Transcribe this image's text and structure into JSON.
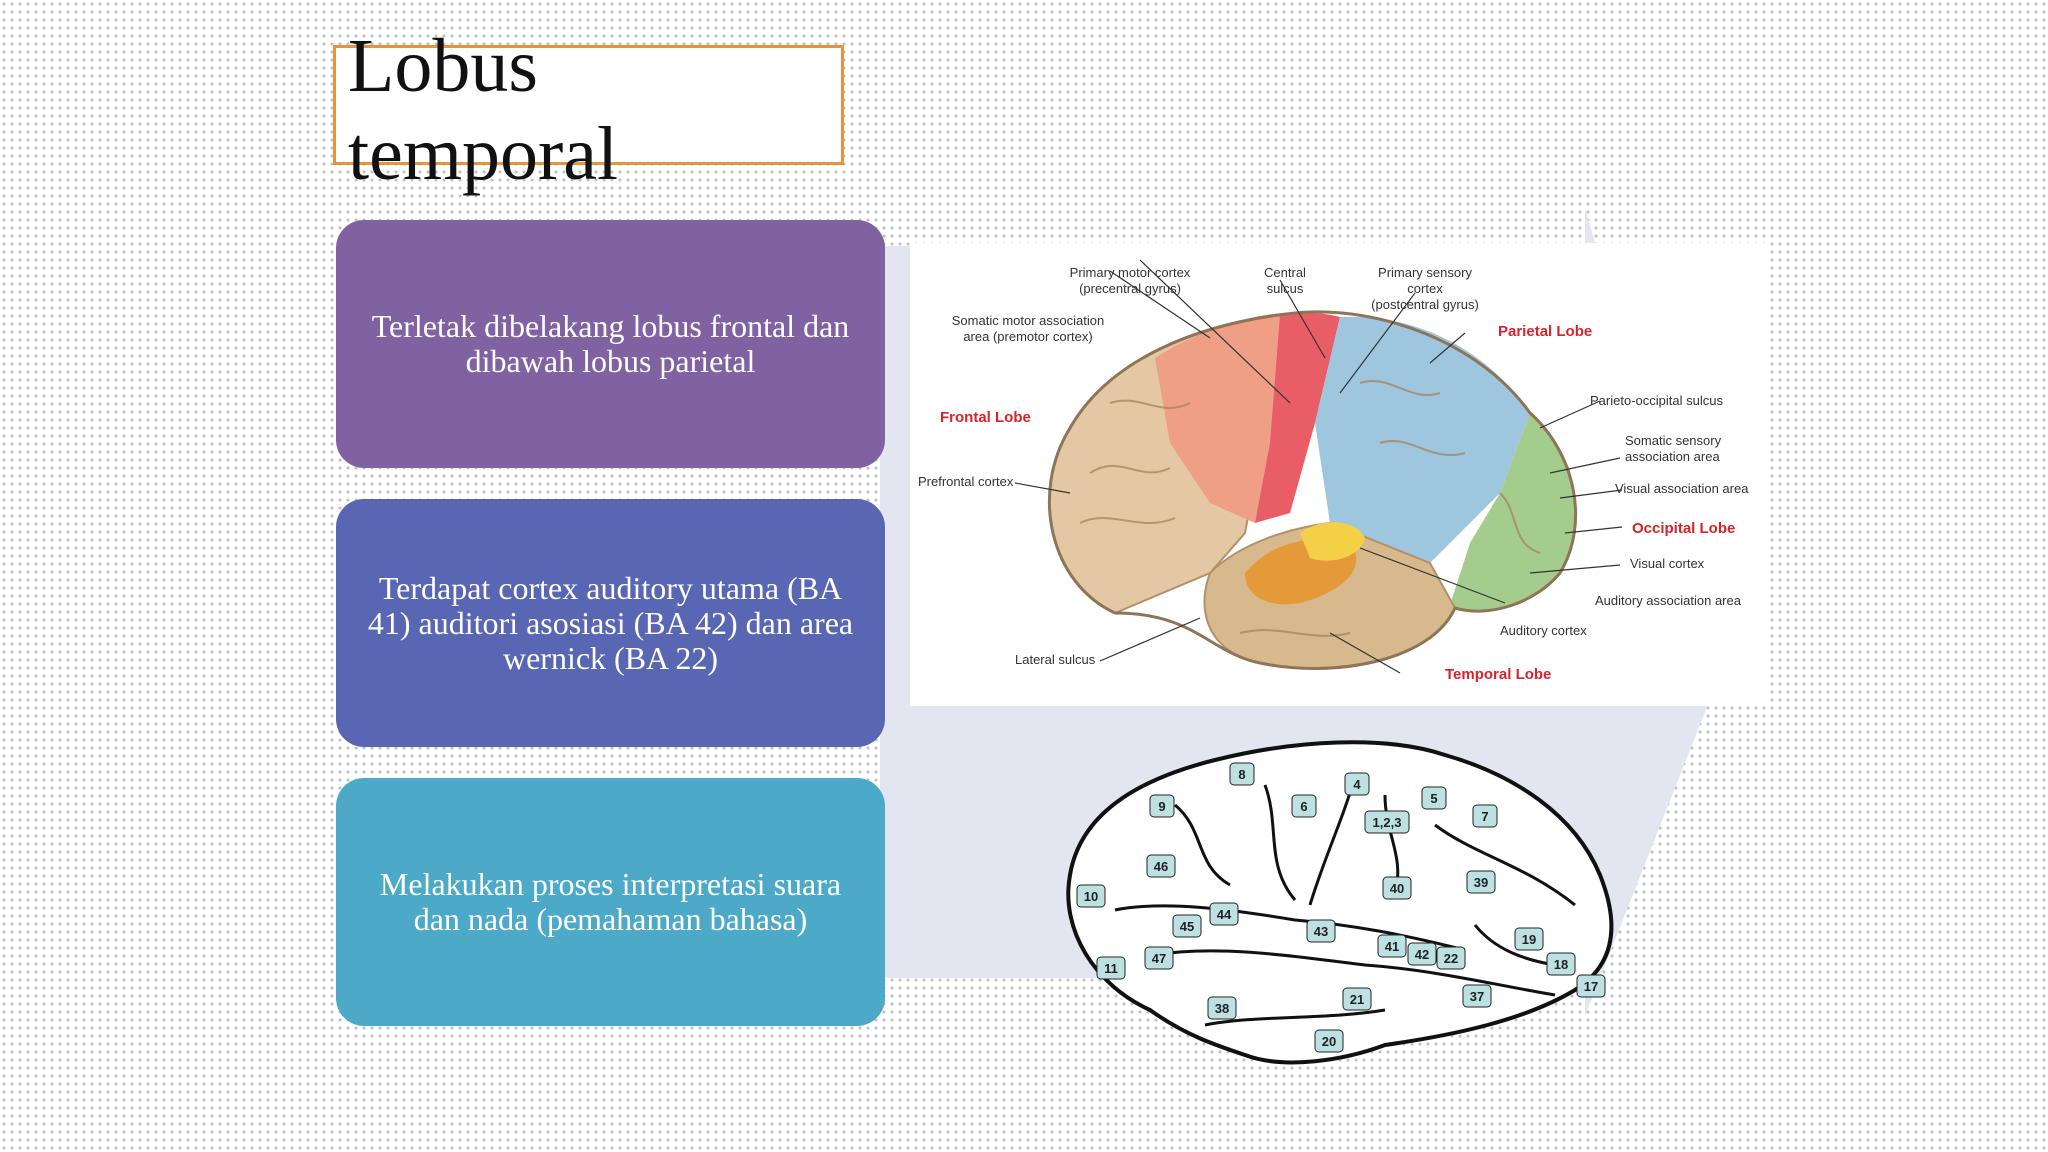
{
  "title": "Lobus\ntemporal",
  "colors": {
    "title_border": "#e8943a",
    "card1": "#8062a3",
    "card2": "#5866b4",
    "card3": "#4caac8",
    "arrow": "#e3e6f1"
  },
  "cards": [
    {
      "text": "Terletak dibelakang lobus frontal dan dibawah lobus parietal"
    },
    {
      "text": "Terdapat cortex auditory utama (BA 41) auditori asosiasi (BA 42) dan area wernick (BA 22)"
    },
    {
      "text": "Melakukan proses interpretasi suara dan nada (pemahaman bahasa)"
    }
  ],
  "lobe_diagram": {
    "labels": {
      "primary_motor_cortex": "Primary motor cortex",
      "precentral_gyrus": "(precentral gyrus)",
      "central_sulcus_1": "Central",
      "central_sulcus_2": "sulcus",
      "primary_sensory_1": "Primary sensory",
      "primary_sensory_2": "cortex",
      "primary_sensory_3": "(postcentral gyrus)",
      "somatic_motor_assoc_1": "Somatic motor association",
      "somatic_motor_assoc_2": "area (premotor cortex)",
      "parietal_lobe": "Parietal Lobe",
      "parieto_occipital": "Parieto-occipital sulcus",
      "frontal_lobe": "Frontal Lobe",
      "somatic_sensory_assoc_1": "Somatic sensory",
      "somatic_sensory_assoc_2": "association area",
      "prefrontal_cortex": "Prefrontal cortex",
      "visual_assoc": "Visual association area",
      "occipital_lobe": "Occipital Lobe",
      "visual_cortex": "Visual cortex",
      "auditory_assoc": "Auditory association area",
      "auditory_cortex": "Auditory cortex",
      "lateral_sulcus": "Lateral sulcus",
      "temporal_lobe": "Temporal Lobe"
    }
  },
  "brodmann_diagram": {
    "areas": [
      "8",
      "4",
      "9",
      "6",
      "5",
      "1,2,3",
      "7",
      "46",
      "40",
      "39",
      "10",
      "44",
      "45",
      "43",
      "41",
      "42",
      "22",
      "19",
      "18",
      "47",
      "11",
      "17",
      "38",
      "21",
      "37",
      "20"
    ]
  }
}
